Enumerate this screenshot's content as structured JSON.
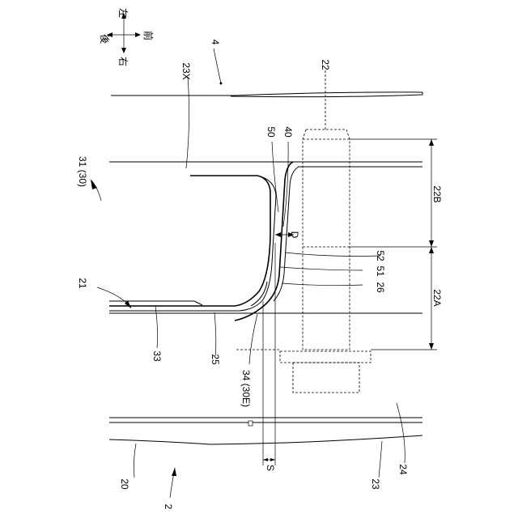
{
  "compass": {
    "rear": "後",
    "front": "前",
    "left": "左",
    "right": "右"
  },
  "labels": {
    "l_4": "4",
    "l_22": "22",
    "l_23X": "23X",
    "l_50": "50",
    "l_40": "40",
    "l_31_30": "31 (30)",
    "l_22B": "22B",
    "l_D": "D",
    "l_52": "52",
    "l_51": "51",
    "l_26": "26",
    "l_22A": "22A",
    "l_21": "21",
    "l_33": "33",
    "l_25": "25",
    "l_34_30E": "34 (30E)",
    "l_20": "20",
    "l_S": "S",
    "l_23": "23",
    "l_24": "24",
    "l_2": "2"
  }
}
